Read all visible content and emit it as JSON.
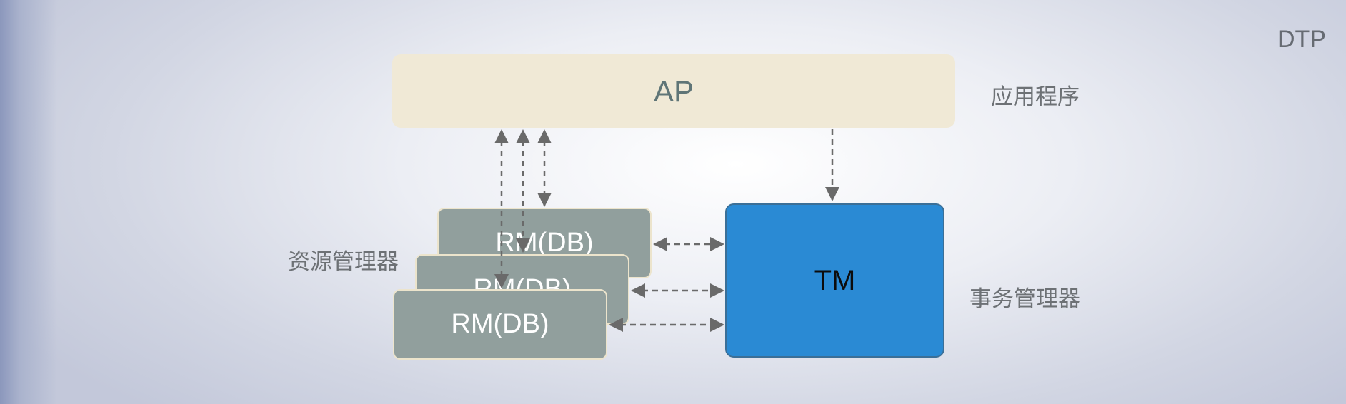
{
  "corner_label": "DTP",
  "ap": {
    "label": "AP",
    "description": "应用程序"
  },
  "rm": {
    "label": "RM(DB)",
    "description": "资源管理器"
  },
  "tm": {
    "label": "TM",
    "description": "事务管理器"
  },
  "colors": {
    "ap_fill": "#f0e9d6",
    "rm_fill": "#919f9d",
    "tm_fill": "#2a8ad4",
    "arrow": "#6a6a6a"
  }
}
